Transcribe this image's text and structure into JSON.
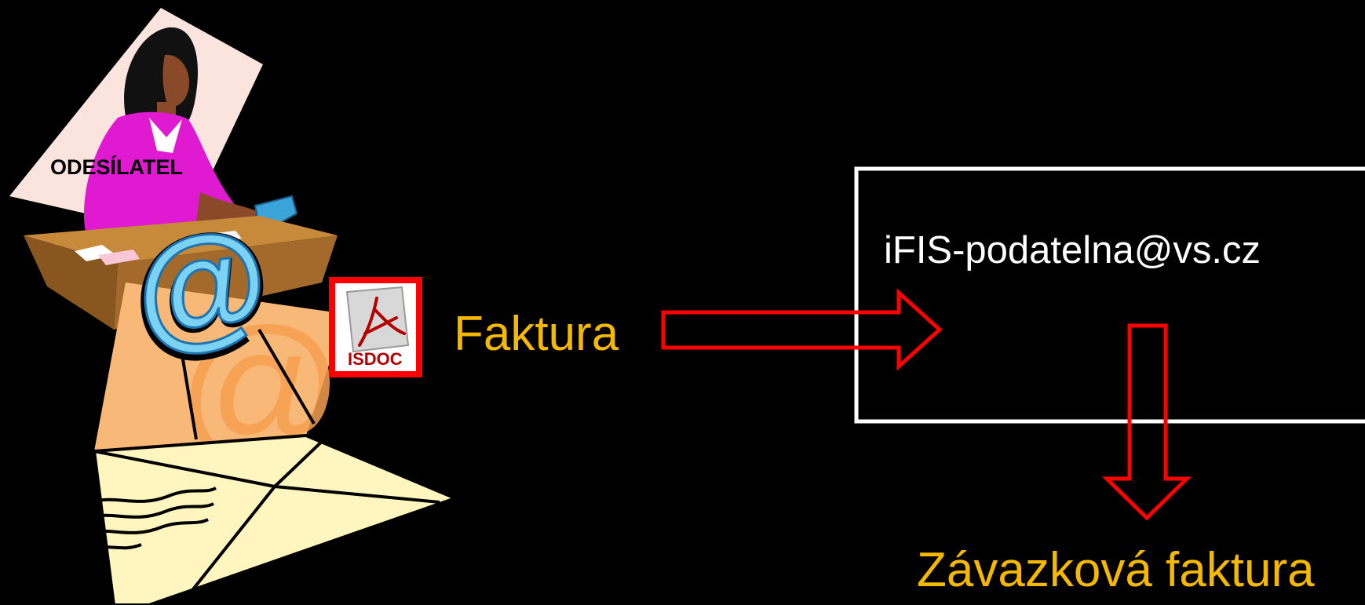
{
  "sender": {
    "label": "ODESÍLATEL"
  },
  "attachment": {
    "badge_text": "ISDOC"
  },
  "invoice": {
    "label": "Faktura"
  },
  "mailbox": {
    "address": "iFIS-podatelna@vs.cz"
  },
  "result": {
    "label": "Závazková faktura"
  },
  "colors": {
    "background": "#000000",
    "accent_text": "#F5B800",
    "arrow": "#FF0000",
    "box_border": "#FFFFFF",
    "white_text": "#FFFFFF"
  },
  "icons": [
    "woman-at-desk-clipart-icon",
    "at-sign-icon",
    "envelope-icon",
    "pdf-isdoc-icon"
  ]
}
